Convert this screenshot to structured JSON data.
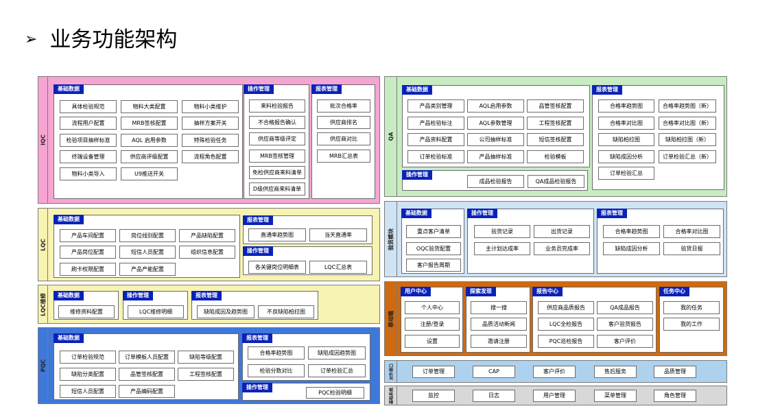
{
  "page_title": "业务功能架构",
  "colors": {
    "iqc": "#f6a5d2",
    "qa": "#c7ecc2",
    "ship": "#cfe3f5",
    "lqc": "#f7f3b2",
    "pqc": "#3f78d8",
    "mobile": "#cf6a10",
    "api": "#aed1ee",
    "sys": "#d8d8d8",
    "header": "#0a22b8"
  },
  "iqc": {
    "label": "IQC",
    "basic": {
      "title": "基础数据",
      "items": [
        "具体检验规范",
        "物料大类配置",
        "物料小类维护",
        "流程用户配置",
        "MRB签核配置",
        "抽样方案开关",
        "检验项目抽样标准",
        "AQL 启用参数",
        "特殊检验任务",
        "终端设备管理",
        "供应商评级配置",
        "流程角色配置",
        "物料小类导入",
        "U9推送开关"
      ]
    },
    "ops": {
      "title": "操作管理",
      "items": [
        "来料检验报告",
        "不合格报告确认",
        "供应商等级评定",
        "MRB签核管理",
        "免检供应商来料清单",
        "D级供应商来料清单"
      ]
    },
    "report": {
      "title": "报表管理",
      "items": [
        "批次合格率",
        "供应商排名",
        "供应商对比",
        "MRB汇总表"
      ]
    }
  },
  "lqc": {
    "label": "LQC",
    "basic": {
      "title": "基础数据",
      "items": [
        "产品车间配置",
        "岗位线别配置",
        "产品缺陷配置",
        "产品岗位配置",
        "短信人员配置",
        "组织信息配置",
        "刷卡权限配置",
        "产品产能配置"
      ]
    },
    "report": {
      "title": "报表管理",
      "items": [
        "直通率趋势图",
        "当天直通率"
      ]
    },
    "ops": {
      "title": "操作管理",
      "items": [
        "各关键岗位明细表",
        "LQC汇总表"
      ]
    }
  },
  "lqcr": {
    "label": "LQC维修",
    "basic": {
      "title": "基础数据",
      "items": [
        "维修资料配置"
      ]
    },
    "ops": {
      "title": "操作管理",
      "items": [
        "LQC维修明细"
      ]
    },
    "report": {
      "title": "报表管理",
      "items": [
        "缺陷成因及趋势图",
        "不良缺陷柏拉图"
      ]
    }
  },
  "pqc": {
    "label": "PQC",
    "basic": {
      "title": "基础数据",
      "items": [
        "订单检验规范",
        "订单模板人员配置",
        "缺陷等级配置",
        "缺陷分类配置",
        "品管签核配置",
        "工程签核配置",
        "短信人员配置",
        "产品编码配置"
      ]
    },
    "report": {
      "title": "报表管理",
      "items": [
        "合格率趋势图",
        "缺陷成因趋势图",
        "检验分数对比",
        "订单检验汇总"
      ]
    },
    "ops": {
      "title": "操作管理",
      "items": [
        "PQC检验明细"
      ]
    }
  },
  "qa": {
    "label": "QA",
    "basic": {
      "title": "基础数据",
      "items": [
        "产品类别管理",
        "AQL启用参数",
        "品管签核配置",
        "产品检验标注",
        "AQL参数管理",
        "工程签核配置",
        "产品资料配置",
        "公司抽样标准",
        "短信签核配置",
        "订单检验标准",
        "产品抽样标准",
        "检验模板"
      ]
    },
    "report": {
      "title": "报表管理",
      "items": [
        "合格率趋势图",
        "合格率趋势图（新）",
        "合格率对比图",
        "合格率对比图（新）",
        "缺陷柏拉图",
        "缺陷柏拉图（新）",
        "缺陷成因分析",
        "订单检验汇总（新）",
        "订单检验汇总"
      ]
    },
    "ops": {
      "title": "操作管理",
      "items": [
        "成品检验报告",
        "QA成品检验报告"
      ]
    }
  },
  "ship": {
    "label": "验货模块",
    "basic": {
      "title": "基础数据",
      "items": [
        "重点客户清单",
        "OQC验货配置",
        "客户报告周期"
      ]
    },
    "ops": {
      "title": "操作管理",
      "items": [
        "验货记录",
        "出货记录",
        "主计划达成率",
        "业务员完成率"
      ]
    },
    "report": {
      "title": "报表管理",
      "items": [
        "合格率趋势图",
        "合格率对比图",
        "缺陷成因分析",
        "验货日报"
      ]
    }
  },
  "mobile": {
    "label": "移动端",
    "user": {
      "title": "用户中心",
      "items": [
        "个人中心",
        "注册/登录",
        "设置"
      ]
    },
    "search": {
      "title": "探索发现",
      "items": [
        "搜一搜",
        "品质活动新闻",
        "邀请注册"
      ]
    },
    "report": {
      "title": "报告中心",
      "items": [
        "供应商品质报告",
        "QA成品报告",
        "LQC全检报告",
        "客户验货报告",
        "PQC巡检报告",
        "客户评价"
      ]
    },
    "task": {
      "title": "任务中心",
      "items": [
        "我的任务",
        "我的工作"
      ]
    }
  },
  "api": {
    "label": "对外接口",
    "items": [
      "订单管理",
      "CAP",
      "客户评价",
      "售后服务",
      "品质管理"
    ]
  },
  "sys": {
    "label": "基础系统",
    "items": [
      "监控",
      "日志",
      "用户管理",
      "菜单管理",
      "角色管理"
    ]
  }
}
